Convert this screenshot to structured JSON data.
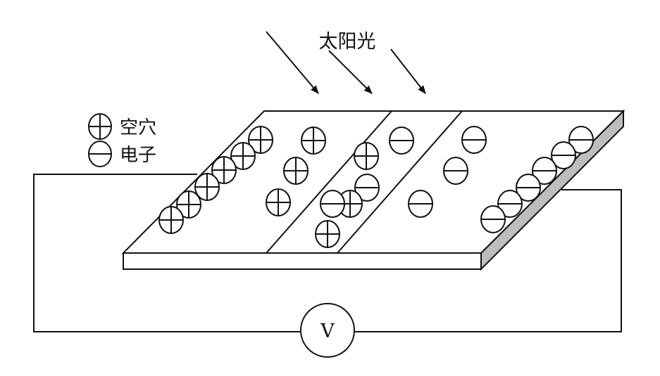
{
  "title": "太阳光",
  "legend": [
    {
      "symbol": "hole-icon",
      "label": "空穴"
    },
    {
      "symbol": "electron-icon",
      "label": "电子"
    }
  ],
  "voltmeter": {
    "label": "V"
  },
  "colors": {
    "line": "#111111",
    "side_face": "#bdbdbd",
    "background": "#ffffff"
  }
}
